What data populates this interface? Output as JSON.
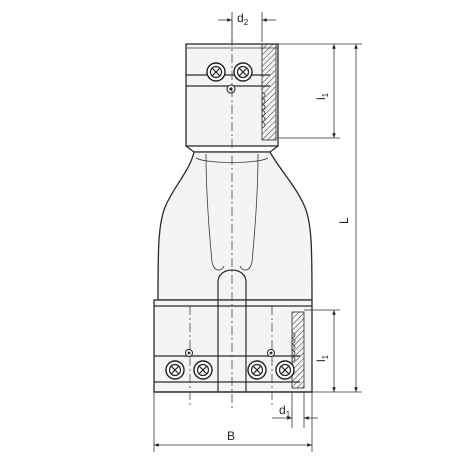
{
  "labels": {
    "d2": "d",
    "d2_sub": "2",
    "l1_upper": "l",
    "l1_upper_sub": "1",
    "L": "L",
    "l1_lower": "l",
    "l1_lower_sub": "1",
    "d1": "d",
    "d1_sub": "1",
    "B": "B"
  }
}
